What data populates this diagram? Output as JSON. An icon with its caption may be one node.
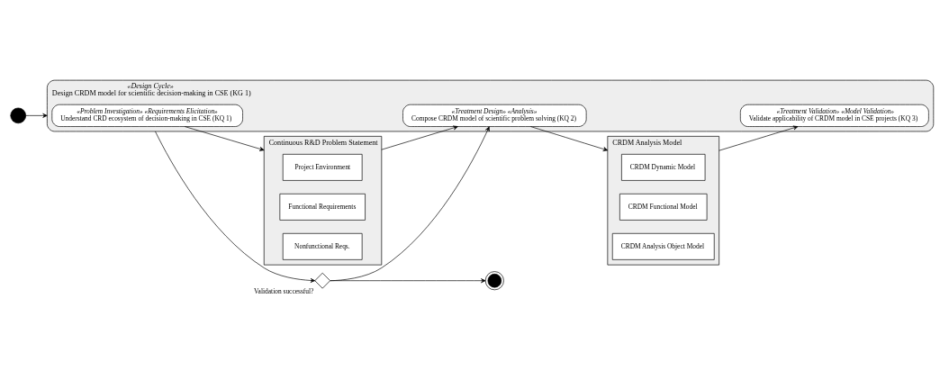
{
  "diagram": {
    "nodes": [
      {
        "text": [],
        "shape": "circle"
      },
      {
        "text": [
          "«Design Cycle»",
          "Design CRDM model for scientific decision-making in CSE (KG 1)"
        ]
      },
      {
        "text": [
          "«Problem Investigation» «Requirements Elicitation»",
          "Understand CRD ecosystem of decision-making in CSE (KQ 1)"
        ],
        "in": 1
      },
      {
        "text": [
          "«Treatment Design» «Analysis»",
          "Compose CRDM model of scientific problem solving (KQ 2)"
        ],
        "in": 1
      },
      {
        "text": [
          "«Treatment Validation» «Model Validation»",
          "Validate applicability of CRDM model in CSE projects (KQ 3)"
        ],
        "in": 1
      },
      {
        "text": [],
        "shape": "diamond",
        "beside": [
          "Validation successful?"
        ]
      },
      {
        "text": [],
        "shape": "circle"
      },
      {
        "text": [
          "Continuous R&D Problem Statement"
        ]
      },
      {
        "text": [
          "Project Environment"
        ],
        "in": 7
      },
      {
        "text": [
          "Functional Requirements"
        ],
        "in": 7
      },
      {
        "text": [
          "Nonfunctional Reqs."
        ],
        "in": 7
      },
      {
        "text": [
          "CRDM Analysis Model"
        ]
      },
      {
        "text": [
          "CRDM Dynamic Model"
        ],
        "in": 11
      },
      {
        "text": [
          "CRDM Functional Model"
        ],
        "in": 11
      },
      {
        "text": [
          "CRDM Analysis Object Model"
        ],
        "in": 11
      }
    ],
    "edges": [
      {
        "from": 0,
        "to": 1,
        "arrow": "to"
      },
      {
        "from": 2,
        "to": 7,
        "arrow": "to"
      },
      {
        "from": 7,
        "to": 3,
        "arrow": "to"
      },
      {
        "from": 3,
        "to": 11,
        "arrow": "to"
      },
      {
        "from": 11,
        "to": 4,
        "arrow": "to"
      },
      {
        "from": 1,
        "to": 5,
        "arrow": "to"
      },
      {
        "from": 5,
        "to": 6,
        "arrow": "to"
      },
      {
        "from": 5,
        "to": 3,
        "arrow": "to"
      }
    ]
  }
}
